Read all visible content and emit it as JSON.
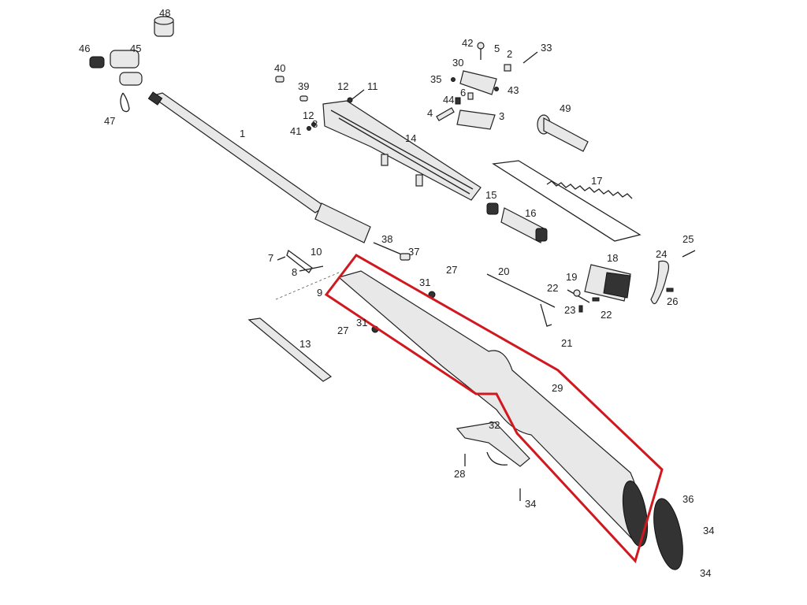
{
  "labels": {
    "l48": "48",
    "l46": "46",
    "l45": "45",
    "l47": "47",
    "l1": "1",
    "l40": "40",
    "l39": "39",
    "l12a": "12",
    "l11": "11",
    "l12b": "12",
    "l41": "41",
    "l8a": "8",
    "l14": "14",
    "l42": "42",
    "l5": "5",
    "l2": "2",
    "l33": "33",
    "l30": "30",
    "l35": "35",
    "l43": "43",
    "l6": "6",
    "l44": "44",
    "l4": "4",
    "l3": "3",
    "l49": "49",
    "l17": "17",
    "l15": "15",
    "l16": "16",
    "l38": "38",
    "l37": "37",
    "l7": "7",
    "l10": "10",
    "l8b": "8",
    "l9": "9",
    "l31a": "31",
    "l27a": "27",
    "l20": "20",
    "l18": "18",
    "l24": "24",
    "l25": "25",
    "l19": "19",
    "l22a": "22",
    "l26": "26",
    "l23": "23",
    "l22b": "22",
    "l21": "21",
    "l13": "13",
    "l27b": "27",
    "l31b": "31",
    "l29": "29",
    "l32": "32",
    "l28": "28",
    "l34a": "34",
    "l36": "36",
    "l34b": "34",
    "l34c": "34"
  },
  "highlight_color": "#d0181e"
}
